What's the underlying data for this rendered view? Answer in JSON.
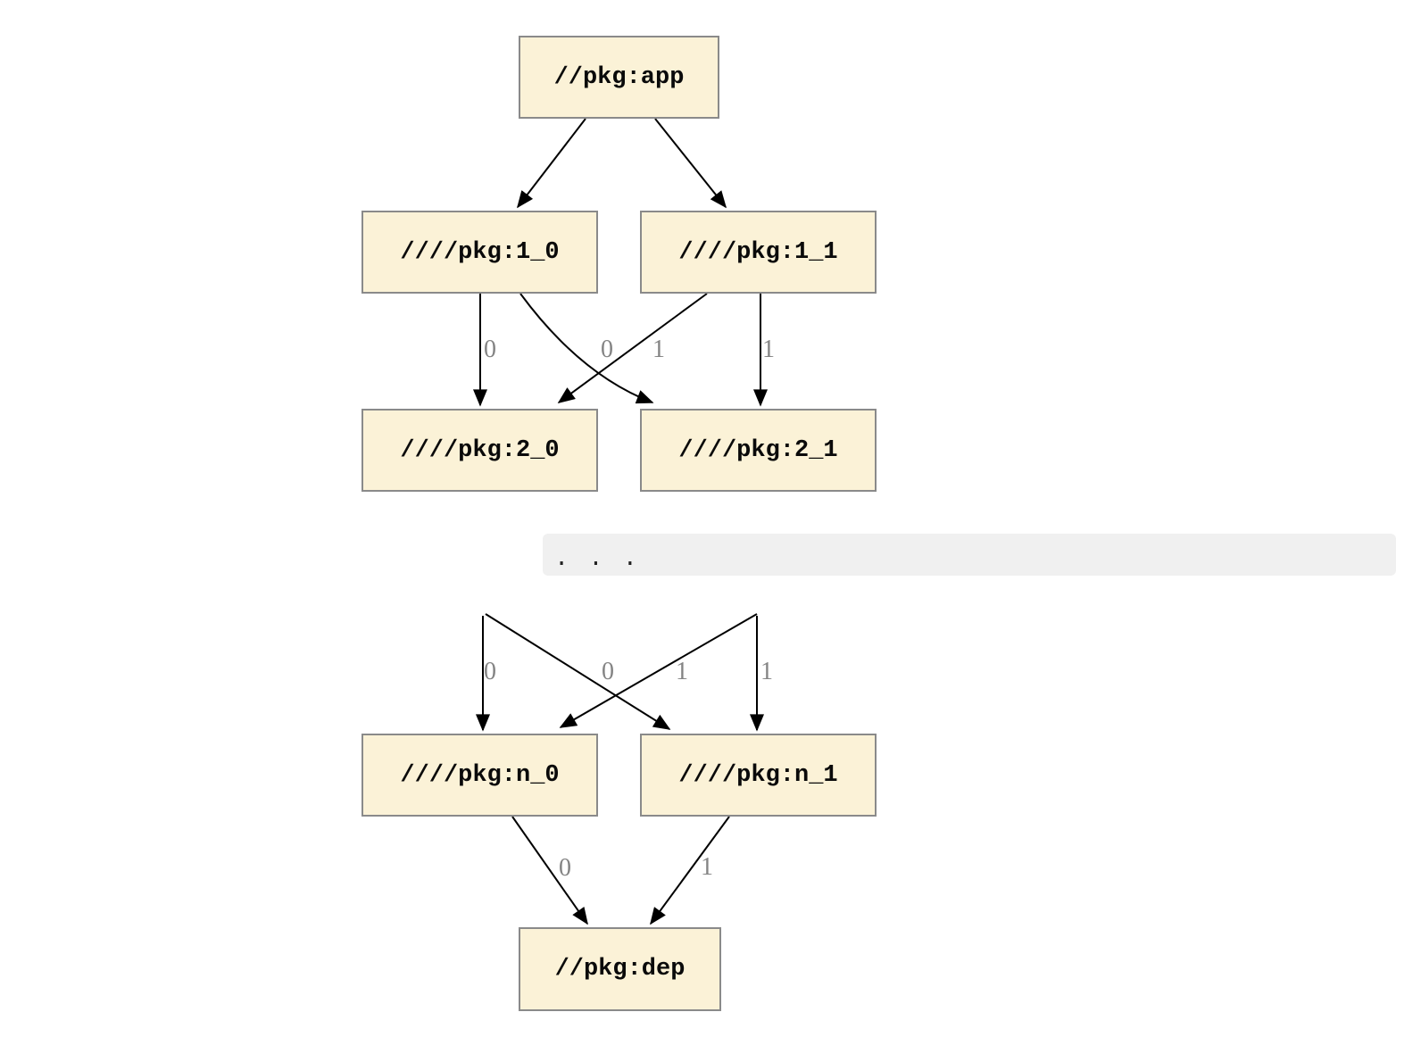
{
  "graph": {
    "nodes": {
      "app": "//pkg:app",
      "l1_0": "////pkg:1_0",
      "l1_1": "////pkg:1_1",
      "l2_0": "////pkg:2_0",
      "l2_1": "////pkg:2_1",
      "ln_0": "////pkg:n_0",
      "ln_1": "////pkg:n_1",
      "dep": "//pkg:dep"
    },
    "edge_labels": {
      "upper": [
        "0",
        "0",
        "1",
        "1"
      ],
      "middle": [
        "0",
        "0",
        "1",
        "1"
      ],
      "bottom": [
        "0",
        "1"
      ]
    },
    "ellipsis": ". . .",
    "colors": {
      "node_fill": "#fbf2d7",
      "node_border": "#8a8a8a",
      "edge": "#000000",
      "edge_label": "#848484",
      "band": "#f0f0f0"
    }
  }
}
